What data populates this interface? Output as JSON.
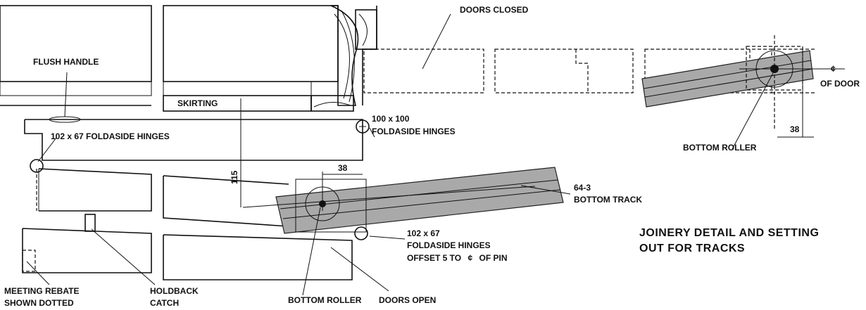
{
  "labels": {
    "doors_closed": "DOORS CLOSED",
    "flush_handle": "FLUSH HANDLE",
    "skirting": "SKIRTING",
    "hinges_102_top": "102 x 67 FOLDASIDE HINGES",
    "dim_115": "115",
    "hinges_100_line1": "100 x 100",
    "hinges_100_line2": "FOLDASIDE HINGES",
    "dim_38_left": "38",
    "bottom_track_line1": "64-3",
    "bottom_track_line2": "BOTTOM TRACK",
    "hinges_offset_line1": "102 x 67",
    "hinges_offset_line2": "FOLDASIDE HINGES",
    "hinges_offset_line3_pre": "OFFSET 5 TO",
    "hinges_offset_line3_post": "OF PIN",
    "centerline_symbol": "¢",
    "meeting_rebate_line1": "MEETING REBATE",
    "meeting_rebate_line2": "SHOWN DOTTED",
    "holdback_line1": "HOLDBACK",
    "holdback_line2": "CATCH",
    "bottom_roller_left": "BOTTOM ROLLER",
    "doors_open": "DOORS OPEN",
    "bottom_roller_right": "BOTTOM ROLLER",
    "dim_38_right": "38",
    "of_door": "OF DOOR",
    "title_line1": "JOINERY DETAIL AND SETTING",
    "title_line2": "OUT FOR TRACKS"
  },
  "colors": {
    "ink": "#111111",
    "track_fill": "#a9a9a9",
    "plaster_fill": "#e4e4e4"
  }
}
